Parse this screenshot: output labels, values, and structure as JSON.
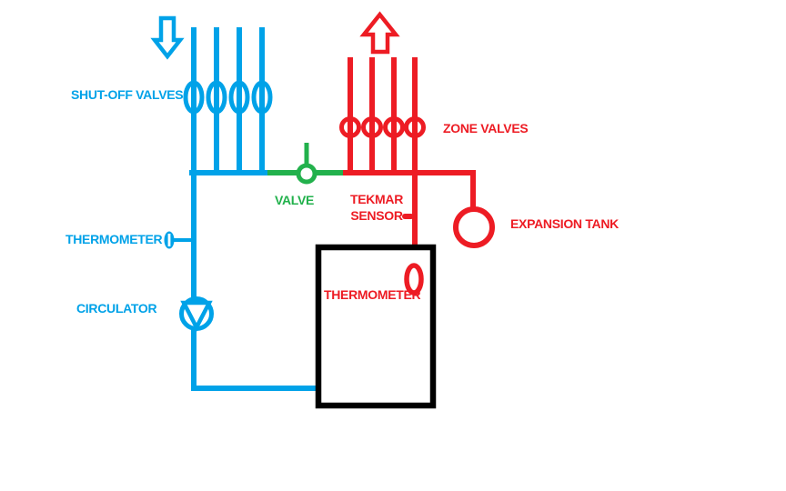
{
  "colors": {
    "blue": "#00A2E8",
    "red": "#ED1C24",
    "green": "#22B14C",
    "black": "#000000",
    "background": "#FFFFFF"
  },
  "labels": {
    "shut_off_valves": "SHUT-OFF VALVES",
    "valve": "VALVE",
    "zone_valves": "ZONE VALVES",
    "tekmar_line1": "TEKMAR",
    "tekmar_line2": "SENSOR",
    "expansion_tank": "EXPANSION TANK",
    "boiler_thermometer": "THERMOMETER",
    "return_thermometer": "THERMOMETER",
    "circulator": "CIRCULATOR"
  },
  "diagram": {
    "type": "hydronic-heating-piping-schematic",
    "return_side_color": "blue",
    "supply_side_color": "red",
    "shut_off_valve_count": 4,
    "zone_valve_count": 4,
    "flow_direction": {
      "return_arrow": "down",
      "supply_arrow": "up"
    }
  }
}
